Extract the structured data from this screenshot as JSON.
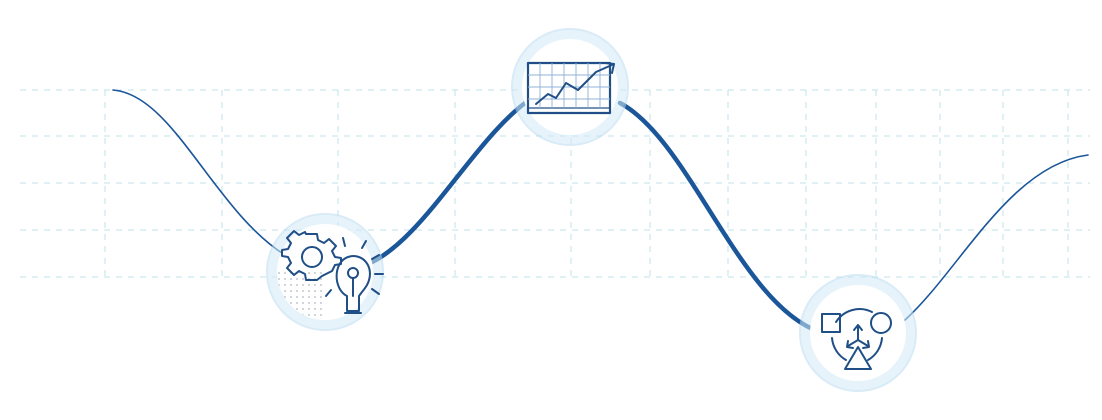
{
  "colors": {
    "line": "#1a5699",
    "icon": "#1f4f86",
    "grid": "#bfe3ea",
    "halo": "#d4ebf8",
    "halo_edge": "#b9dcf2",
    "dots": "#c3c9d0"
  },
  "milestones": [
    {
      "id": "ideation",
      "icon": "gear-lightbulb-icon"
    },
    {
      "id": "growth",
      "icon": "rising-chart-icon"
    },
    {
      "id": "shapes",
      "icon": "shapes-options-icon"
    }
  ]
}
